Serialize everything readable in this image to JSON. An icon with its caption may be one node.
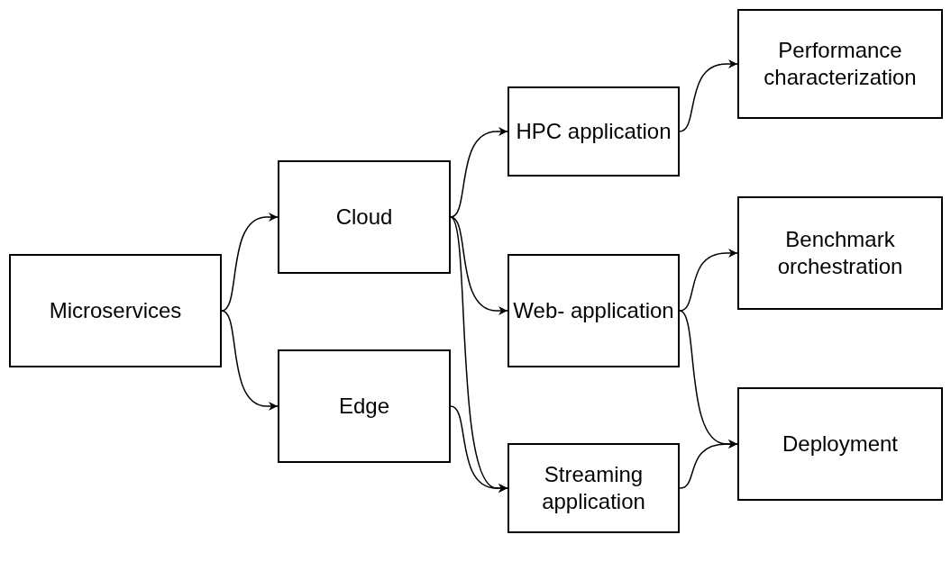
{
  "diagram": {
    "nodes": [
      {
        "text": [
          "Microservices"
        ]
      },
      {
        "text": [
          "Cloud"
        ]
      },
      {
        "text": [
          "Edge"
        ]
      },
      {
        "text": [
          "HPC application"
        ]
      },
      {
        "text": [
          "Web- application"
        ]
      },
      {
        "text": [
          "Streaming application"
        ]
      },
      {
        "text": [
          "Performance characterization"
        ]
      },
      {
        "text": [
          "Benchmark orchestration"
        ]
      },
      {
        "text": [
          "Deployment"
        ]
      }
    ],
    "edges": [
      {
        "from": 0,
        "to": 1,
        "arrow": "to"
      },
      {
        "from": 0,
        "to": 2,
        "arrow": "to"
      },
      {
        "from": 1,
        "to": 3,
        "arrow": "to"
      },
      {
        "from": 1,
        "to": 4,
        "arrow": "to"
      },
      {
        "from": 1,
        "to": 5,
        "arrow": "to"
      },
      {
        "from": 2,
        "to": 5,
        "arrow": "to"
      },
      {
        "from": 3,
        "to": 6,
        "arrow": "to"
      },
      {
        "from": 4,
        "to": 7,
        "arrow": "to"
      },
      {
        "from": 4,
        "to": 8,
        "arrow": "to"
      },
      {
        "from": 5,
        "to": 8,
        "arrow": "to"
      }
    ]
  }
}
